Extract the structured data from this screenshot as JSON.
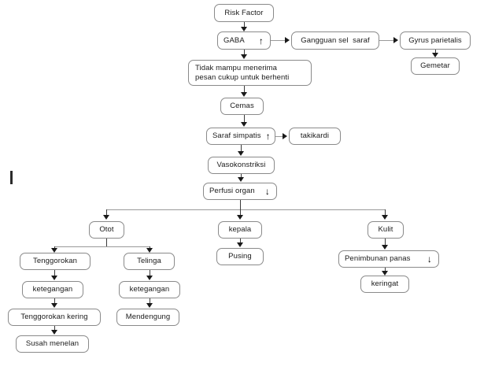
{
  "diagram": {
    "title": "Pathway flowchart: Risk Factor to physiological responses",
    "colors": {
      "box_border": "#8a8a8a",
      "text": "#1a1a1a",
      "connector_dark": "#3a3a3a",
      "connector_light": "#9a9a9a",
      "background": "#ffffff"
    },
    "nodes": [
      {
        "id": "risk_factor",
        "label": "Risk Factor",
        "mark": ""
      },
      {
        "id": "gaba",
        "label": "GABA",
        "mark": "↑"
      },
      {
        "id": "gangguan_sel_saraf",
        "label": "Gangguan sel  saraf",
        "mark": ""
      },
      {
        "id": "gyrus_parietalis",
        "label": "Gyrus parietalis",
        "mark": ""
      },
      {
        "id": "gemetar",
        "label": "Gemetar",
        "mark": ""
      },
      {
        "id": "tidak_mampu",
        "label": "Tidak mampu menerima\npesan cukup untuk berhenti",
        "mark": ""
      },
      {
        "id": "cemas",
        "label": "Cemas",
        "mark": ""
      },
      {
        "id": "saraf_simpatis",
        "label": "Saraf simpatis",
        "mark": "↑"
      },
      {
        "id": "takikardi",
        "label": "takikardi",
        "mark": ""
      },
      {
        "id": "vasokonstriksi",
        "label": "Vasokonstriksi",
        "mark": ""
      },
      {
        "id": "perfusi_organ",
        "label": "Perfusi organ",
        "mark": "↓"
      },
      {
        "id": "otot",
        "label": "Otot",
        "mark": ""
      },
      {
        "id": "kepala",
        "label": "kepala",
        "mark": ""
      },
      {
        "id": "kulit",
        "label": "Kulit",
        "mark": ""
      },
      {
        "id": "tenggorokan",
        "label": "Tenggorokan",
        "mark": ""
      },
      {
        "id": "telinga",
        "label": "Telinga",
        "mark": ""
      },
      {
        "id": "pusing",
        "label": "Pusing",
        "mark": ""
      },
      {
        "id": "penimbunan_panas",
        "label": "Penimbunan panas",
        "mark": "↓"
      },
      {
        "id": "ketegangan_kiri",
        "label": "ketegangan",
        "mark": ""
      },
      {
        "id": "ketegangan_kanan",
        "label": "ketegangan",
        "mark": ""
      },
      {
        "id": "keringat",
        "label": "keringat",
        "mark": ""
      },
      {
        "id": "tenggorokan_kering",
        "label": "Tenggorokan kering",
        "mark": ""
      },
      {
        "id": "mendengung",
        "label": "Mendengung",
        "mark": ""
      },
      {
        "id": "susah_menelan",
        "label": "Susah menelan",
        "mark": ""
      }
    ],
    "edges": [
      {
        "from": "risk_factor",
        "to": "gaba"
      },
      {
        "from": "gaba",
        "to": "gangguan_sel_saraf"
      },
      {
        "from": "gangguan_sel_saraf",
        "to": "gyrus_parietalis"
      },
      {
        "from": "gyrus_parietalis",
        "to": "gemetar"
      },
      {
        "from": "gaba",
        "to": "tidak_mampu"
      },
      {
        "from": "tidak_mampu",
        "to": "cemas"
      },
      {
        "from": "cemas",
        "to": "saraf_simpatis"
      },
      {
        "from": "saraf_simpatis",
        "to": "takikardi"
      },
      {
        "from": "saraf_simpatis",
        "to": "vasokonstriksi"
      },
      {
        "from": "vasokonstriksi",
        "to": "perfusi_organ"
      },
      {
        "from": "perfusi_organ",
        "to": "otot"
      },
      {
        "from": "perfusi_organ",
        "to": "kepala"
      },
      {
        "from": "perfusi_organ",
        "to": "kulit"
      },
      {
        "from": "otot",
        "to": "tenggorokan"
      },
      {
        "from": "otot",
        "to": "telinga"
      },
      {
        "from": "kepala",
        "to": "pusing"
      },
      {
        "from": "kulit",
        "to": "penimbunan_panas"
      },
      {
        "from": "penimbunan_panas",
        "to": "keringat"
      },
      {
        "from": "tenggorokan",
        "to": "ketegangan_kiri"
      },
      {
        "from": "telinga",
        "to": "ketegangan_kanan"
      },
      {
        "from": "ketegangan_kiri",
        "to": "tenggorokan_kering"
      },
      {
        "from": "ketegangan_kanan",
        "to": "mendengung"
      },
      {
        "from": "tenggorokan_kering",
        "to": "susah_menelan"
      }
    ]
  }
}
